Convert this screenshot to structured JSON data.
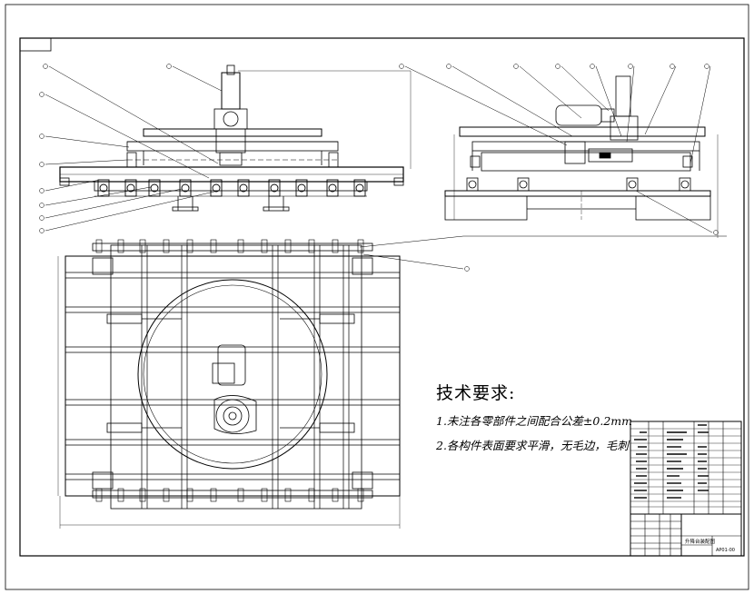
{
  "technical_requirements": {
    "title": "技术要求:",
    "lines": [
      "1.未注各零部件之间配合公差±0.2mm",
      "2.各构件表面要求平滑，无毛边，毛刺"
    ]
  },
  "title_block": {
    "drawing_name": "升降台装配图",
    "drawing_number": "AP01-00"
  },
  "colors": {
    "line": "#000000",
    "background": "#ffffff"
  }
}
